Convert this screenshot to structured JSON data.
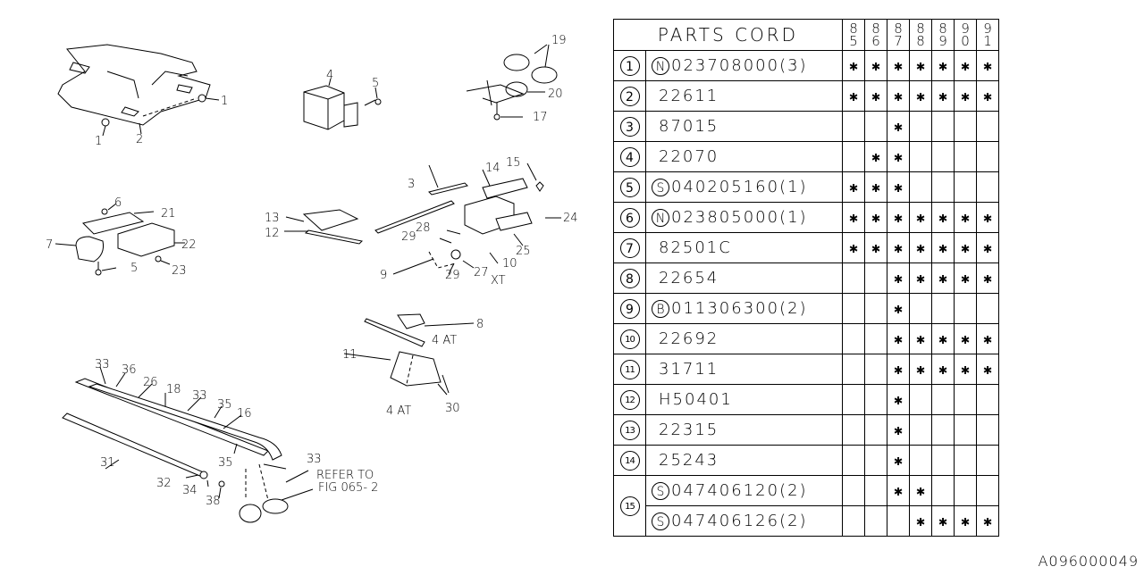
{
  "table": {
    "title": "PARTS CORD",
    "years": [
      "85",
      "86",
      "87",
      "88",
      "89",
      "90",
      "91"
    ],
    "mark_symbol": "✱",
    "rows": [
      {
        "ref": "1",
        "prefix": "N",
        "code": "023708000(3)",
        "marks": [
          1,
          1,
          1,
          1,
          1,
          1,
          1
        ]
      },
      {
        "ref": "2",
        "prefix": "",
        "code": "22611",
        "marks": [
          1,
          1,
          1,
          1,
          1,
          1,
          1
        ]
      },
      {
        "ref": "3",
        "prefix": "",
        "code": "87015",
        "marks": [
          0,
          0,
          1,
          0,
          0,
          0,
          0
        ]
      },
      {
        "ref": "4",
        "prefix": "",
        "code": "22070",
        "marks": [
          0,
          1,
          1,
          0,
          0,
          0,
          0
        ]
      },
      {
        "ref": "5",
        "prefix": "S",
        "code": "040205160(1)",
        "marks": [
          1,
          1,
          1,
          0,
          0,
          0,
          0
        ]
      },
      {
        "ref": "6",
        "prefix": "N",
        "code": "023805000(1)",
        "marks": [
          1,
          1,
          1,
          1,
          1,
          1,
          1
        ]
      },
      {
        "ref": "7",
        "prefix": "",
        "code": "82501C",
        "marks": [
          1,
          1,
          1,
          1,
          1,
          1,
          1
        ]
      },
      {
        "ref": "8",
        "prefix": "",
        "code": "22654",
        "marks": [
          0,
          0,
          1,
          1,
          1,
          1,
          1
        ]
      },
      {
        "ref": "9",
        "prefix": "B",
        "code": "011306300(2)",
        "marks": [
          0,
          0,
          1,
          0,
          0,
          0,
          0
        ]
      },
      {
        "ref": "10",
        "prefix": "",
        "code": "22692",
        "marks": [
          0,
          0,
          1,
          1,
          1,
          1,
          1
        ]
      },
      {
        "ref": "11",
        "prefix": "",
        "code": "31711",
        "marks": [
          0,
          0,
          1,
          1,
          1,
          1,
          1
        ]
      },
      {
        "ref": "12",
        "prefix": "",
        "code": "H50401",
        "marks": [
          0,
          0,
          1,
          0,
          0,
          0,
          0
        ]
      },
      {
        "ref": "13",
        "prefix": "",
        "code": "22315",
        "marks": [
          0,
          0,
          1,
          0,
          0,
          0,
          0
        ]
      },
      {
        "ref": "14",
        "prefix": "",
        "code": "25243",
        "marks": [
          0,
          0,
          1,
          0,
          0,
          0,
          0
        ]
      },
      {
        "ref": "15",
        "prefix": "S",
        "code": "047406120(2)",
        "marks": [
          0,
          0,
          1,
          1,
          0,
          0,
          0
        ]
      },
      {
        "ref": "",
        "prefix": "S",
        "code": "047406126(2)",
        "marks": [
          0,
          0,
          0,
          1,
          1,
          1,
          1
        ]
      }
    ]
  },
  "diagram": {
    "callouts": [
      "1",
      "1",
      "2",
      "4",
      "5",
      "19",
      "20",
      "17",
      "6",
      "21",
      "7",
      "22",
      "5",
      "23",
      "3",
      "14",
      "15",
      "13",
      "12",
      "24",
      "28",
      "29",
      "25",
      "9",
      "29",
      "27",
      "10",
      "XT",
      "8",
      "4 AT",
      "11",
      "30",
      "4 AT",
      "33",
      "36",
      "26",
      "18",
      "33",
      "35",
      "16",
      "31",
      "35",
      "33",
      "32",
      "34",
      "38"
    ],
    "reference_note": [
      "REFER TO",
      "FIG 065- 2"
    ]
  },
  "footer": {
    "drawing_code": "A096000049"
  }
}
